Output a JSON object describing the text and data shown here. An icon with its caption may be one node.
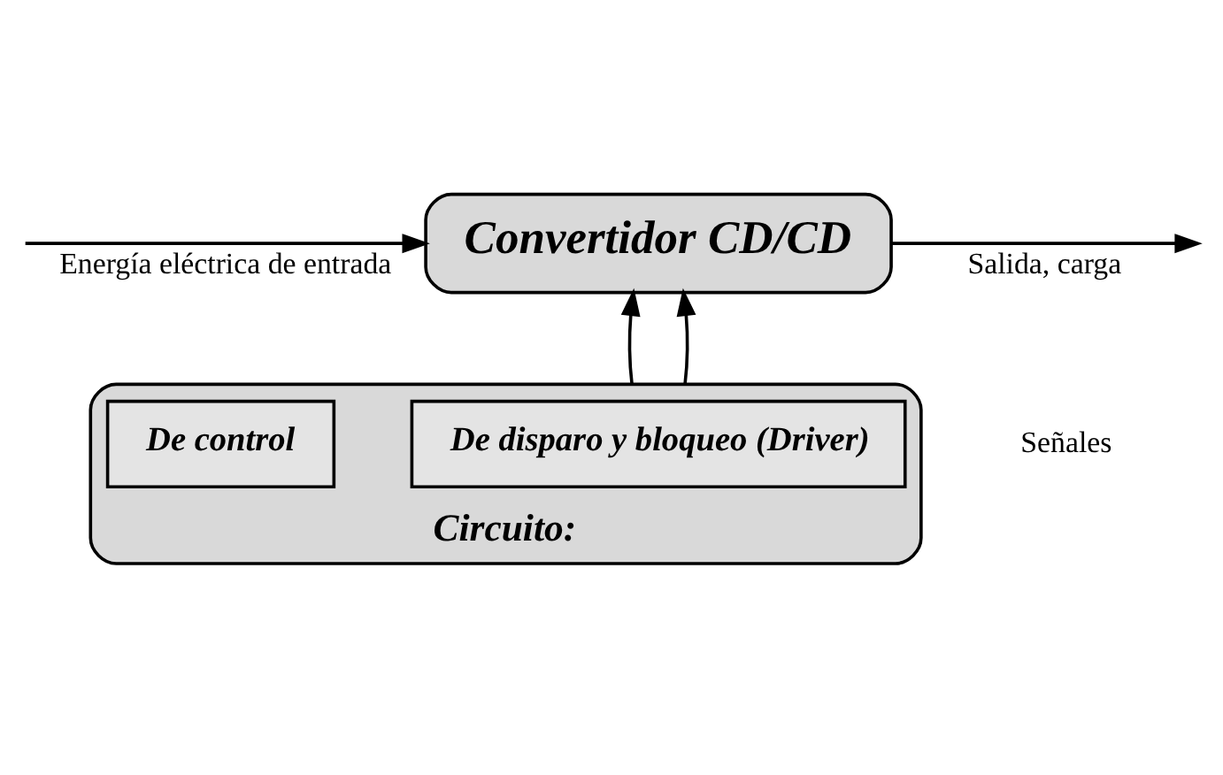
{
  "diagram": {
    "nodes": [
      {
        "text": [
          "Convertidor CD/CD"
        ]
      },
      {
        "text": [
          "Circuito:"
        ]
      },
      {
        "text": [
          "De disparo y bloqueo (Driver)"
        ],
        "in": 1
      },
      {
        "text": [
          "De control"
        ],
        "in": 1
      }
    ],
    "edges": [
      {
        "from": null,
        "to": 0,
        "arrow": "to",
        "label": "Energía eléctrica de entrada"
      },
      {
        "from": 0,
        "to": null,
        "arrow": "to",
        "label": "Salida, carga"
      },
      {
        "from": 1,
        "to": 0,
        "arrow": "to"
      },
      {
        "from": 1,
        "to": 0,
        "arrow": "to"
      }
    ],
    "labels": [
      "Señales"
    ]
  }
}
